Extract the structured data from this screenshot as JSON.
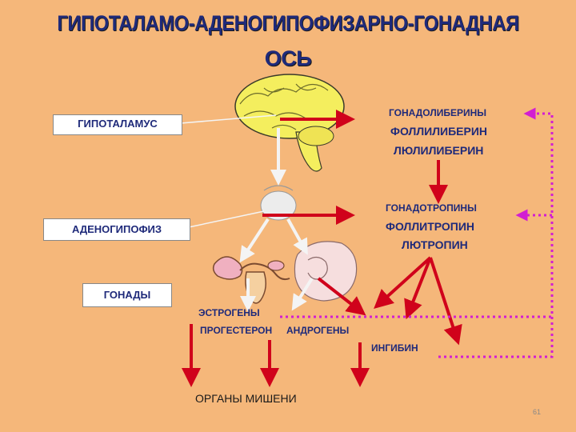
{
  "title": {
    "line1": "ГИПОТАЛАМО-АДЕНОГИПОФИЗАРНО-ГОНАДНАЯ",
    "line2": "ОСЬ"
  },
  "boxes": {
    "hypothalamus": "ГИПОТАЛАМУС",
    "adenohypophysis": "АДЕНОГИПОФИЗ",
    "gonads": "ГОНАДЫ"
  },
  "releasing": {
    "header": "ГОНАДОЛИБЕРИНЫ",
    "item1": "ФОЛЛИЛИБЕРИН",
    "item2": "ЛЮЛИЛИБЕРИН"
  },
  "tropins": {
    "header": "ГОНАДОТРОПИНЫ",
    "item1": "ФОЛЛИТРОПИН",
    "item2": "ЛЮТРОПИН"
  },
  "steroids": {
    "estrogens": "ЭСТРОГЕНЫ",
    "progesterone": "ПРОГЕСТЕРОН",
    "androgens": "АНДРОГЕНЫ",
    "inhibin": "ИНГИБИН"
  },
  "target_organs": "ОРГАНЫ  МИШЕНИ",
  "page_number": "61",
  "colors": {
    "arrow_red": "#d0021b",
    "feedback_magenta": "#d21ed2",
    "title_blue": "#1f2a7a",
    "background": "#f5b77a"
  },
  "icons": [
    "brain-illustration",
    "pituitary-illustration",
    "ovary-uterus-illustration",
    "testis-illustration"
  ]
}
